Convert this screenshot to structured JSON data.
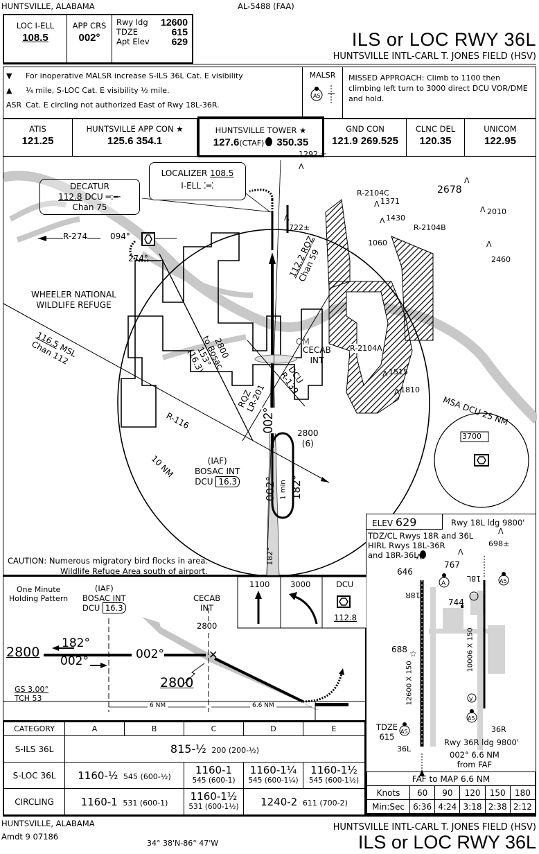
{
  "header": {
    "location": "HUNTSVILLE, ALABAMA",
    "chart_id": "AL-5488 (FAA)",
    "title": "ILS or LOC RWY 36L",
    "airport": "HUNTSVILLE INTL-CARL T. JONES FIELD (HSV)"
  },
  "briefing": {
    "loc_label": "LOC I-ELL",
    "loc_freq": "108.5",
    "app_crs_label": "APP CRS",
    "app_crs": "002°",
    "rwy_ldg_label": "Rwy ldg",
    "rwy_ldg": "12600",
    "tdze_label": "TDZE",
    "tdze": "615",
    "apt_elev_label": "Apt Elev",
    "apt_elev": "629"
  },
  "notes": {
    "icons": [
      "T",
      "A",
      "ASR"
    ],
    "line1": "For inoperative MALSR increase S-ILS 36L Cat. E visibility",
    "line2": "¼ mile, S-LOC Cat. E visibility ½ mile.",
    "line3": "Cat. E circling not authorized East of Rwy 18L-36R.",
    "lighting": "MALSR",
    "lighting_icon": "A5",
    "missed_approach": "MISSED APPROACH: Climb to 1100 then climbing left turn to 3000 direct DCU VOR/DME and hold."
  },
  "comms": [
    {
      "label": "ATIS",
      "freq": "121.25"
    },
    {
      "label": "HUNTSVILLE APP CON ★",
      "freq": "125.6  354.1"
    },
    {
      "label": "HUNTSVILLE TOWER ★",
      "freq_a": "127.6",
      "ctaf": "(CTAF)",
      "freq_b": "350.35"
    },
    {
      "label": "GND CON",
      "freq": "121.9  269.525"
    },
    {
      "label": "CLNC DEL",
      "freq": "120.35"
    },
    {
      "label": "UNICOM",
      "freq": "122.95"
    }
  ],
  "plan": {
    "decatur": {
      "name": "DECATUR",
      "freq": "112.8",
      "ident": "DCU",
      "chan": "Chan 75"
    },
    "localizer": {
      "name": "LOCALIZER",
      "freq": "108.5",
      "ident": "I-ELL"
    },
    "radials": {
      "r274": "R-274",
      "c094": "094°",
      "c274": "274°",
      "r116": "R-116",
      "r139": "R-139",
      "dcu": "DCU"
    },
    "wildlife": [
      "WHEELER NATIONAL",
      "WILDLIFE REFUGE"
    ],
    "vortac": {
      "freq": "116.5",
      "msl": "MSL",
      "chan": "Chan 112"
    },
    "rqz": {
      "freq": "112.2 RQZ",
      "chan": "Chan 59",
      "rqz": "RQZ",
      "lr": "LR-201"
    },
    "obstacles": [
      "1292 ±",
      "2678",
      "1371",
      "1430",
      "2010",
      "722±",
      "1060",
      "2460",
      "1515",
      "1810"
    ],
    "restricted": [
      "R-2104C",
      "R-2104B",
      "R-2104A"
    ],
    "feeder": {
      "alt": "2800",
      "to": "to Bosac",
      "crs": "153°",
      "dist": "(16.3)"
    },
    "om": "OM",
    "cecab": [
      "CECAB",
      "INT"
    ],
    "alt_2800": "2800",
    "alt_6": "(6)",
    "crs_002": "002°",
    "crs_182": "182°",
    "one_min": "1 min",
    "iaf": {
      "iaf": "(IAF)",
      "name": "BOSAC INT",
      "dcu": "DCU",
      "dme": "16.3"
    },
    "ring": "10 NM",
    "msa": {
      "label": "MSA DCU 25 NM",
      "alt": "3700"
    },
    "caution_1": "CAUTION: Numerous migratory bird flocks in area.",
    "caution_2": "Wildlife Refuge Area south of airport."
  },
  "airport_diagram": {
    "elev_label": "ELEV",
    "elev": "629",
    "rwy18l": "Rwy 18L ldg 9800'",
    "notes": [
      "TDZ/CL Rwys 18R and 36L",
      "HIRL Rwys 18L-36R",
      "and 18R-36L"
    ],
    "obstacles": [
      "698±",
      "767",
      "646",
      "744",
      "688"
    ],
    "rwy_labels": [
      "18R",
      "18L",
      "36L",
      "36R"
    ],
    "dims_a": "12600 X 150",
    "dims_b": "10006 X 150",
    "tdze_label": "TDZE",
    "tdze": "615",
    "rwy36r": "Rwy 36R ldg 9800'",
    "from_faf_1": "002° 6.6 NM",
    "from_faf_2": "from FAF",
    "faf_map": "FAF to MAP  6.6 NM",
    "timing": {
      "knots_label": "Knots",
      "knots": [
        "60",
        "90",
        "120",
        "150",
        "180"
      ],
      "time_label": "Min:Sec",
      "times": [
        "6:36",
        "4:24",
        "3:18",
        "2:38",
        "2:12"
      ]
    }
  },
  "profile": {
    "holding": [
      "One Minute",
      "Holding Pattern"
    ],
    "iaf": [
      "(IAF)",
      "BOSAC INT"
    ],
    "iaf_dcu": "DCU",
    "iaf_dme": "16.3",
    "cecab": [
      "CECAB",
      "INT"
    ],
    "cecab_alt": "2800",
    "alt_left": "2800",
    "crs_out": "182°",
    "crs_in": "002°",
    "crs_mid": "002°",
    "gs_alt": "2800",
    "gs": "GS 3.00°",
    "tch": "TCH 53",
    "dist_a": "6 NM",
    "dist_b": "6.6 NM",
    "missed": {
      "step1": "1100",
      "step2": "3000",
      "step3": "DCU",
      "freq": "112.8"
    }
  },
  "minimums": {
    "header": [
      "CATEGORY",
      "A",
      "B",
      "C",
      "D",
      "E"
    ],
    "sils": {
      "label": "S-ILS 36L",
      "value": "815-½",
      "haa": "200 (200-½)"
    },
    "sloc": {
      "label": "S-LOC 36L",
      "ab": "1160-½",
      "ab_h": "545 (600-½)",
      "c": "1160-1",
      "c_h": "545 (600-1)",
      "d": "1160-1¼",
      "d_h": "545 (600-1¼)",
      "e": "1160-1½",
      "e_h": "545 (600-1½)"
    },
    "circ": {
      "label": "CIRCLING",
      "ab": "1160-1",
      "ab_h": "531 (600-1)",
      "c": "1160-1½",
      "c_h": "531 (600-1½)",
      "de": "1240-2",
      "de_h": "611 (700-2)"
    }
  },
  "footer": {
    "location": "HUNTSVILLE, ALABAMA",
    "amdt": "Amdt 9  07186",
    "coords": "34° 38'N-86° 47'W",
    "airport": "HUNTSVILLE INTL-CARL T. JONES FIELD (HSV)",
    "title": "ILS or LOC RWY 36L"
  }
}
